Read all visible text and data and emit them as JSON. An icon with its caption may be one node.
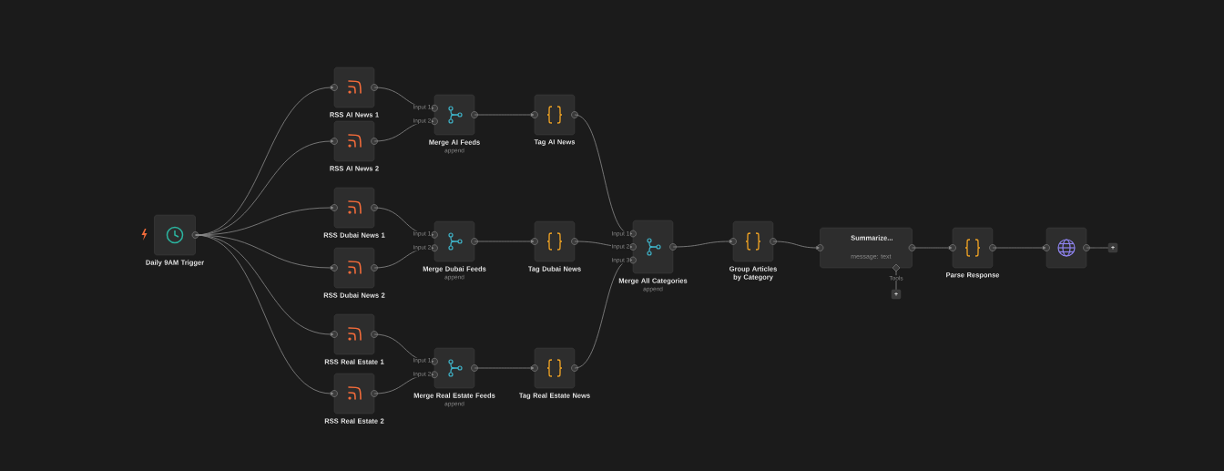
{
  "diagram": {
    "nodes": [
      {
        "text": [
          "Daily 9AM Trigger"
        ]
      },
      {
        "text": [
          "RSS AI News 1"
        ]
      },
      {
        "text": [
          "RSS AI News 2"
        ]
      },
      {
        "text": [
          "RSS Dubai News 1"
        ]
      },
      {
        "text": [
          "RSS Dubai News 2"
        ]
      },
      {
        "text": [
          "RSS Real Estate 1"
        ]
      },
      {
        "text": [
          "RSS Real Estate 2"
        ]
      },
      {
        "text": [
          "Merge AI Feeds",
          "append"
        ]
      },
      {
        "text": [
          "Merge Dubai Feeds",
          "append"
        ]
      },
      {
        "text": [
          "Merge Real Estate Feeds",
          "append"
        ]
      },
      {
        "text": [
          "Tag AI News"
        ]
      },
      {
        "text": [
          "Tag Dubai News"
        ]
      },
      {
        "text": [
          "Tag Real Estate News"
        ]
      },
      {
        "text": [
          "Merge All Categories",
          "append"
        ]
      },
      {
        "text": [
          "Group Articles by Category"
        ]
      },
      {
        "text": [
          "Summarize...",
          "message: text"
        ]
      },
      {
        "text": [
          "Parse Response"
        ]
      },
      {
        "text": [],
        "shape": "box"
      },
      {
        "text": [
          "+"
        ]
      },
      {
        "text": [
          "+"
        ]
      }
    ],
    "edges": [
      {
        "from": 0,
        "to": 1,
        "arrow": "to"
      },
      {
        "from": 0,
        "to": 2,
        "arrow": "to"
      },
      {
        "from": 0,
        "to": 3,
        "arrow": "to"
      },
      {
        "from": 0,
        "to": 4,
        "arrow": "to"
      },
      {
        "from": 0,
        "to": 5,
        "arrow": "to"
      },
      {
        "from": 0,
        "to": 6,
        "arrow": "to"
      },
      {
        "from": 1,
        "to": 7,
        "arrow": "to"
      },
      {
        "from": 2,
        "to": 7,
        "arrow": "to"
      },
      {
        "from": 3,
        "to": 8,
        "arrow": "to"
      },
      {
        "from": 4,
        "to": 8,
        "arrow": "to"
      },
      {
        "from": 5,
        "to": 9,
        "arrow": "to"
      },
      {
        "from": 6,
        "to": 9,
        "arrow": "to"
      },
      {
        "from": 7,
        "to": 10,
        "arrow": "to"
      },
      {
        "from": 8,
        "to": 11,
        "arrow": "to"
      },
      {
        "from": 9,
        "to": 12,
        "arrow": "to"
      },
      {
        "from": 10,
        "to": 13,
        "arrow": "to"
      },
      {
        "from": 11,
        "to": 13,
        "arrow": "to"
      },
      {
        "from": 12,
        "to": 13,
        "arrow": "to"
      },
      {
        "from": 13,
        "to": 14,
        "arrow": "to"
      },
      {
        "from": 14,
        "to": 15,
        "arrow": "to"
      },
      {
        "from": 15,
        "to": 16,
        "arrow": "to"
      },
      {
        "from": 16,
        "to": 17,
        "arrow": "to"
      },
      {
        "from": 17,
        "to": 18,
        "arrow": "none"
      },
      {
        "from": 15,
        "to": 19,
        "arrow": "none"
      }
    ],
    "labels": [
      "Input 1",
      "Input 2",
      "Input 1",
      "Input 2",
      "Input 1",
      "Input 2",
      "Input 3",
      "Tools",
      "Input 1",
      "Input 2"
    ]
  }
}
